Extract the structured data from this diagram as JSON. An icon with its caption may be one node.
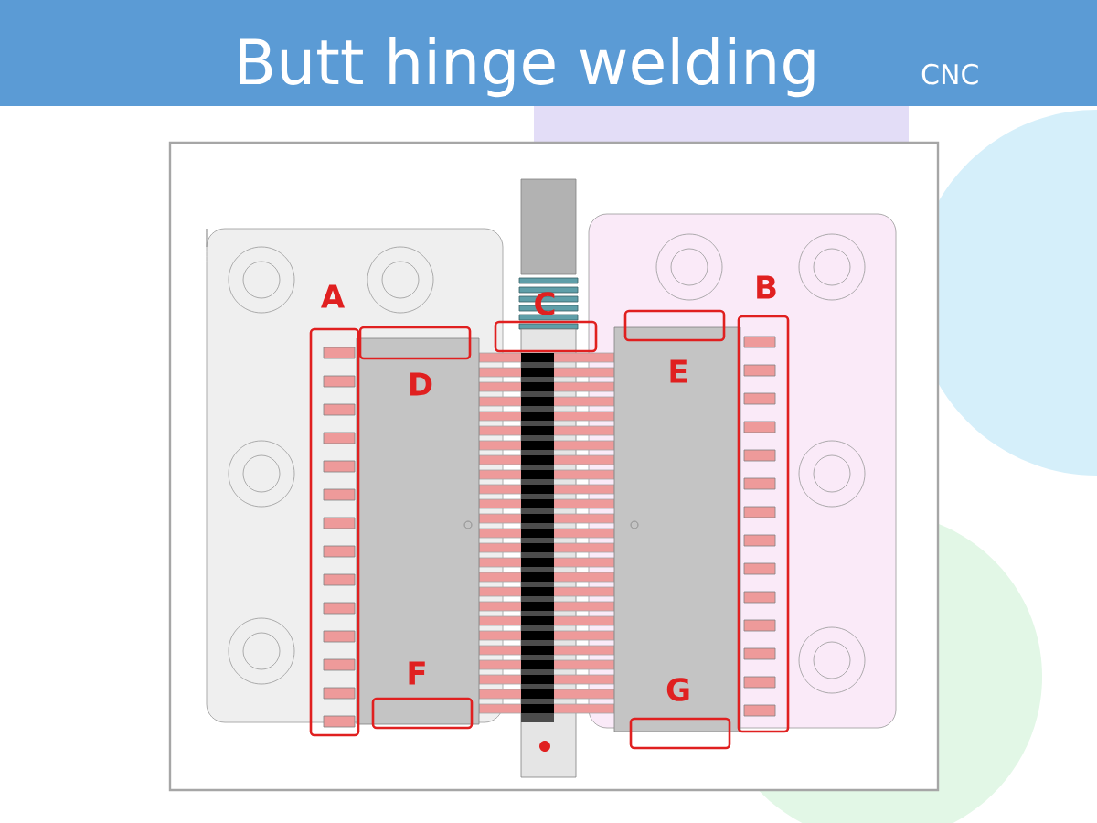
{
  "diagram": {
    "title": "Butt hinge welding",
    "nodes": [
      {
        "text": [
          "A"
        ]
      },
      {
        "text": [
          "B"
        ]
      },
      {
        "text": [
          "C"
        ]
      },
      {
        "text": [
          "D"
        ]
      },
      {
        "text": [
          "E"
        ]
      },
      {
        "text": [
          "F"
        ]
      },
      {
        "text": [
          "G"
        ]
      }
    ],
    "labels": [
      "CNC"
    ]
  }
}
